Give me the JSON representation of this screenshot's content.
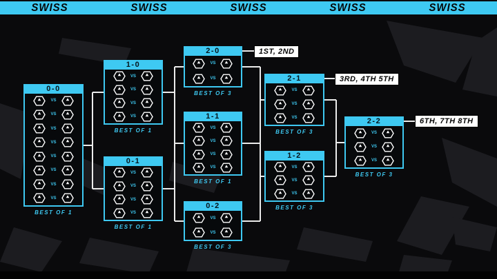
{
  "banner": {
    "items": [
      "SWISS",
      "SWISS",
      "SWISS",
      "SWISS",
      "SWISS"
    ]
  },
  "vs": "VS",
  "brackets": {
    "b00": {
      "record": "0-0",
      "format": "BEST OF 1",
      "matches": 8
    },
    "b10": {
      "record": "1-0",
      "format": "BEST OF 1",
      "matches": 4
    },
    "b01": {
      "record": "0-1",
      "format": "BEST OF 1",
      "matches": 4
    },
    "b20": {
      "record": "2-0",
      "format": "BEST OF 3",
      "matches": 2
    },
    "b11": {
      "record": "1-1",
      "format": "BEST OF 1",
      "matches": 4
    },
    "b02": {
      "record": "0-2",
      "format": "BEST OF 3",
      "matches": 2
    },
    "b21": {
      "record": "2-1",
      "format": "BEST OF 3",
      "matches": 3
    },
    "b12": {
      "record": "1-2",
      "format": "BEST OF 3",
      "matches": 3
    },
    "b22": {
      "record": "2-2",
      "format": "BEST OF 3",
      "matches": 3
    }
  },
  "placements": {
    "top": "1ST, 2ND",
    "mid": "3RD, 4TH 5TH",
    "bottom": "6TH, 7TH 8TH"
  },
  "colors": {
    "accent_cyan": "#3EC9F2",
    "connector_white": "#ECECEC",
    "background": "#0A0A0C",
    "pattern_shape": "#1C1C20",
    "label_background": "#FFFFFF"
  }
}
